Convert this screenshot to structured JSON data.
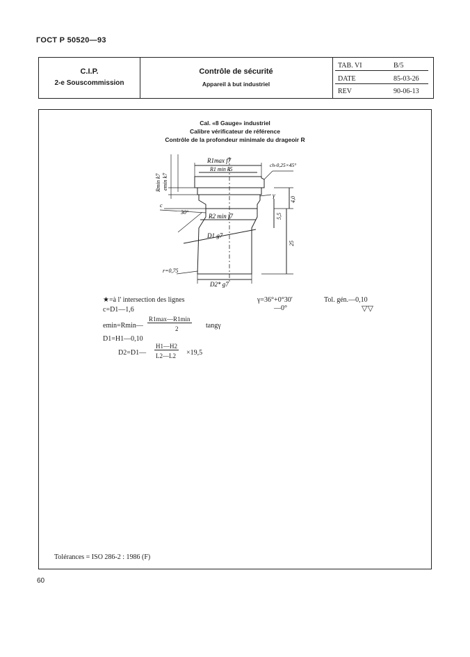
{
  "standard_code": "ГОСТ Р 50520—93",
  "header": {
    "org": "C.I.P.",
    "subcommission": "2-e Souscommission",
    "title": "Contrôle de sécurité",
    "subtitle": "Appareil à but industriel",
    "meta": [
      {
        "key": "TAB. VI",
        "value": "B/5"
      },
      {
        "key": "DATE",
        "value": "85-03-26"
      },
      {
        "key": "REV",
        "value": "90-06-13"
      }
    ]
  },
  "drawing": {
    "title_lines": [
      "Cal. «8 Gauge» industriel",
      "Calibre vérificateur de référence",
      "Contrôle de la profondeur minimale du drageoir R"
    ],
    "labels": {
      "r_min_k7": "Rmin k7",
      "e_min_k7": "emin k7",
      "r1max": "R1max f7",
      "r1min": "R1 min k5",
      "chamfer": "ch-0,25×45°",
      "gamma": "γ",
      "dim_40": "4,0",
      "c": "c",
      "angle_30": "30°",
      "r2min": "R2 min f7",
      "dim_55": "5,5",
      "dim_25": "25",
      "d1": "D1 g7",
      "radius": "r=0,75",
      "d2": "D2* g7"
    }
  },
  "formulas": {
    "star_note": "★=à l' intersection des lignes",
    "c": "c=D1—1,6",
    "emin_left": "emin=Rmin—",
    "emin_num": "R1max—R1min",
    "emin_den": "2",
    "emin_right": "tangγ",
    "d1": "D1=H1—0,10",
    "d2_left": "D2=D1—",
    "d2_num": "H1—H2",
    "d2_den": "L2—L2",
    "d2_right": "×19,5",
    "gamma_value": "γ=36°+0°30′",
    "gamma_tol": "—0°",
    "tol_gen": "Tol. gén.—0,10",
    "tol_symbol": "▽▽"
  },
  "tolerances_note": "Tolérances = ISO 286-2 : 1986 (F)",
  "page_number": "60"
}
